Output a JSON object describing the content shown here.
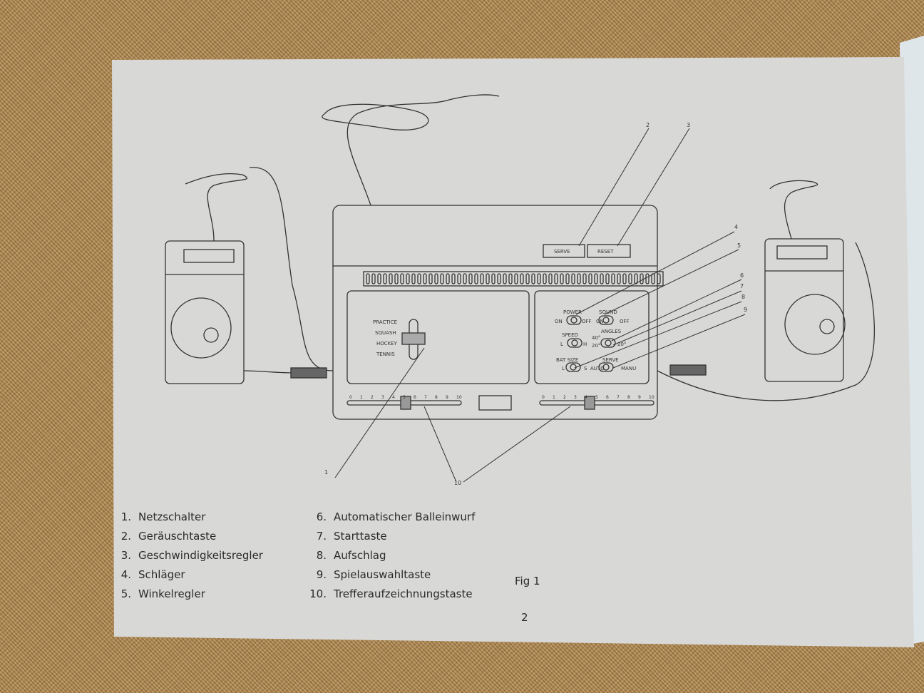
{
  "diagram": {
    "buttons": {
      "serve": "SERVE",
      "reset": "RESET"
    },
    "game_selector": [
      "PRACTICE",
      "SQUASH",
      "HOCKEY",
      "TENNIS"
    ],
    "switches": {
      "power": {
        "label": "POWER",
        "left": "ON",
        "right": "OFF"
      },
      "sound": {
        "label": "SOUND",
        "left": "ON",
        "right": "OFF"
      },
      "speed": {
        "label": "SPEED",
        "left": "L",
        "right": "H"
      },
      "angles": {
        "label": "ANGLES",
        "left_top": "40°",
        "left": "20°",
        "right": "20°"
      },
      "bat_size": {
        "label": "BAT SIZE",
        "left": "L",
        "right": "S"
      },
      "serve": {
        "label": "SERVE",
        "left": "AUTO",
        "right": "MANU"
      }
    },
    "score_scale": [
      "0",
      "1",
      "2",
      "3",
      "4",
      "5",
      "6",
      "7",
      "8",
      "9",
      "10"
    ],
    "callouts": [
      "1",
      "2",
      "3",
      "4",
      "5",
      "6",
      "7",
      "8",
      "9",
      "10"
    ]
  },
  "legend": {
    "left": [
      {
        "num": "1.",
        "text": "Netzschalter"
      },
      {
        "num": "2.",
        "text": "Geräuschtaste"
      },
      {
        "num": "3.",
        "text": "Geschwindigkeitsregler"
      },
      {
        "num": "4.",
        "text": "Schläger"
      },
      {
        "num": "5.",
        "text": "Winkelregler"
      }
    ],
    "right": [
      {
        "num": "6.",
        "text": "Automatischer Balleinwurf"
      },
      {
        "num": "7.",
        "text": "Starttaste"
      },
      {
        "num": "8.",
        "text": "Aufschlag"
      },
      {
        "num": "9.",
        "text": "Spielauswahltaste"
      },
      {
        "num": "10.",
        "text": "Trefferaufzeichnungstaste"
      }
    ]
  },
  "figure_label": "Fig 1",
  "page_number": "2"
}
